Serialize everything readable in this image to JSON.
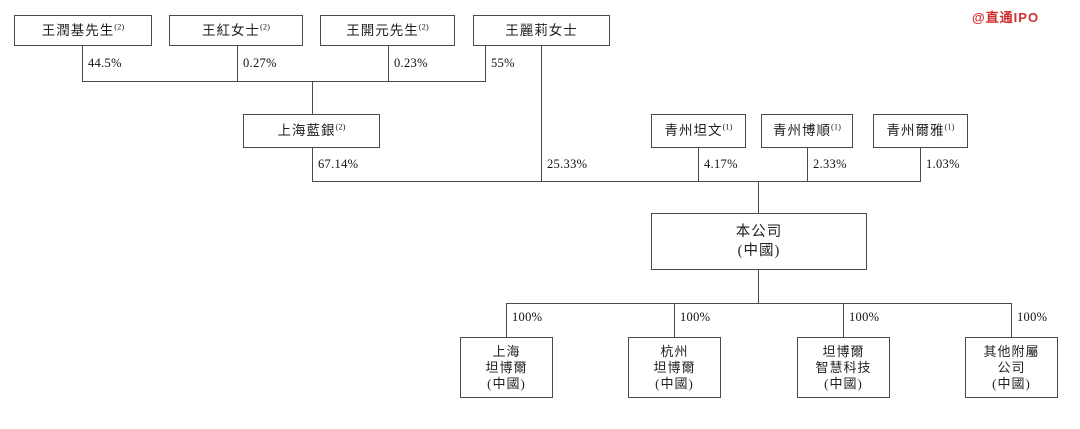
{
  "watermark": {
    "text": "@直通IPO",
    "color": "#d02f2f"
  },
  "diagram": {
    "shareholders": [
      {
        "label": "王潤基先生",
        "note": "(2)",
        "ownership": "44.5%"
      },
      {
        "label": "王紅女士",
        "note": "(2)",
        "ownership": "0.27%"
      },
      {
        "label": "王開元先生",
        "note": "(2)",
        "ownership": "0.23%"
      },
      {
        "label": "王麗莉女士",
        "note": "",
        "ownership": "55%"
      }
    ],
    "direct_ownership": "25.33%",
    "intermediates": [
      {
        "label": "上海藍銀",
        "note": "(2)",
        "ownership": "67.14%"
      },
      {
        "label": "青州坦文",
        "note": "(1)",
        "ownership": "4.17%"
      },
      {
        "label": "青州博順",
        "note": "(1)",
        "ownership": "2.33%"
      },
      {
        "label": "青州爾雅",
        "note": "(1)",
        "ownership": "1.03%"
      }
    ],
    "company": {
      "line1": "本公司",
      "line2": "(中國)"
    },
    "subsidiaries": [
      {
        "line1": "上海",
        "line2": "坦博爾",
        "line3": "(中國)",
        "ownership": "100%"
      },
      {
        "line1": "杭州",
        "line2": "坦博爾",
        "line3": "(中國)",
        "ownership": "100%"
      },
      {
        "line1": "坦博爾",
        "line2": "智慧科技",
        "line3": "(中國)",
        "ownership": "100%"
      },
      {
        "line1": "其他附屬",
        "line2": "公司",
        "line3": "(中國)",
        "ownership": "100%"
      }
    ]
  }
}
